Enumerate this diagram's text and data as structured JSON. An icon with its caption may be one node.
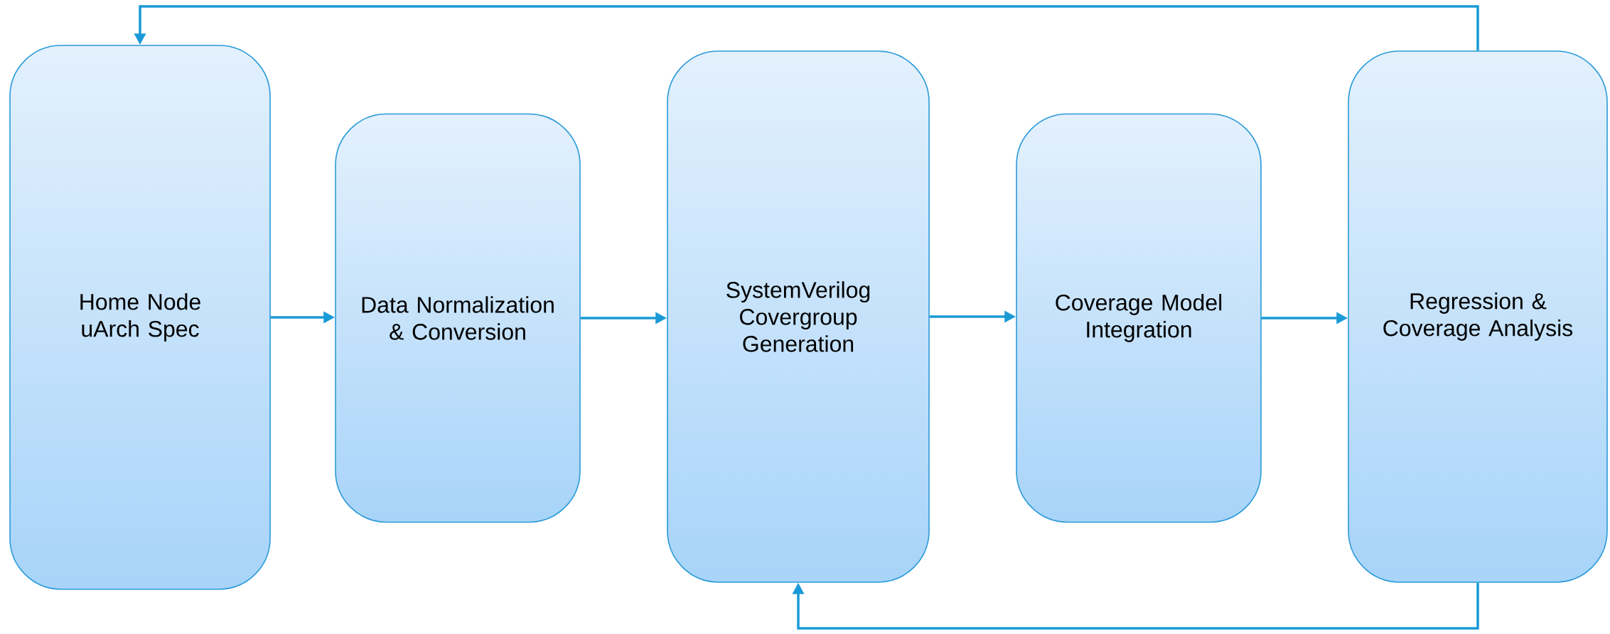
{
  "diagram": {
    "nodes": [
      {
        "text": [
          "Home Node uArch Spec"
        ]
      },
      {
        "text": [
          "Data Normalization & Conversion"
        ]
      },
      {
        "text": [
          "SystemVerilog Covergroup Generation"
        ]
      },
      {
        "text": [
          "Coverage Model Integration"
        ]
      },
      {
        "text": [
          "Regression & Coverage Analysis"
        ]
      }
    ],
    "edges": [
      {
        "from": 0,
        "to": 1,
        "arrow": "to"
      },
      {
        "from": 1,
        "to": 2,
        "arrow": "to"
      },
      {
        "from": 2,
        "to": 3,
        "arrow": "to"
      },
      {
        "from": 3,
        "to": 4,
        "arrow": "to"
      },
      {
        "from": 4,
        "to": 0,
        "arrow": "to"
      },
      {
        "from": 4,
        "to": 2,
        "arrow": "to"
      }
    ]
  }
}
